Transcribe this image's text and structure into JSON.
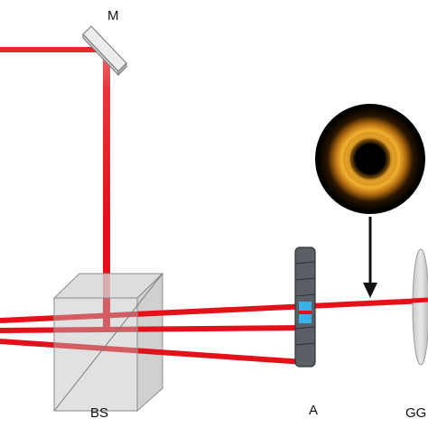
{
  "labels": {
    "mirror": "M",
    "beam_splitter": "BS",
    "aperture": "A",
    "ground_glass": "GG"
  },
  "colors": {
    "laser_beam": "#e3121a",
    "arrow": "#111111",
    "ring_glow": "#f0a020",
    "inset_background": "#000000"
  },
  "icons": {
    "inset": "donut-beam-profile-image",
    "pointer": "down-arrow-icon"
  }
}
